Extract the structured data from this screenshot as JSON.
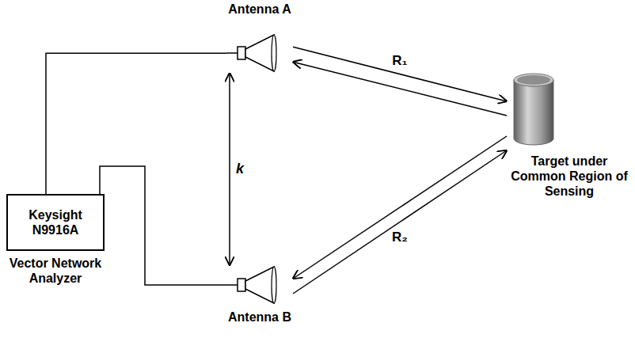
{
  "diagram": {
    "nodes": [
      {
        "text": [
          "Antenna A"
        ]
      },
      {
        "text": [
          "Keysight N9916A",
          "Vector Network Analyzer"
        ]
      },
      {
        "text": [
          "Target under Common Region of Sensing"
        ]
      },
      {
        "text": [
          "Antenna B"
        ]
      }
    ],
    "edges": [
      {
        "from": 1,
        "to": 0,
        "arrow": "none"
      },
      {
        "from": 1,
        "to": 3,
        "arrow": "none"
      },
      {
        "from": 0,
        "to": 2,
        "arrow": "to",
        "label": "R₁"
      },
      {
        "from": 2,
        "to": 0,
        "arrow": "to"
      },
      {
        "from": 2,
        "to": 3,
        "arrow": "to"
      },
      {
        "from": 3,
        "to": 2,
        "arrow": "to",
        "label": "R₂"
      },
      {
        "from": 0,
        "to": 3,
        "arrow": "both",
        "label": "k"
      }
    ]
  }
}
